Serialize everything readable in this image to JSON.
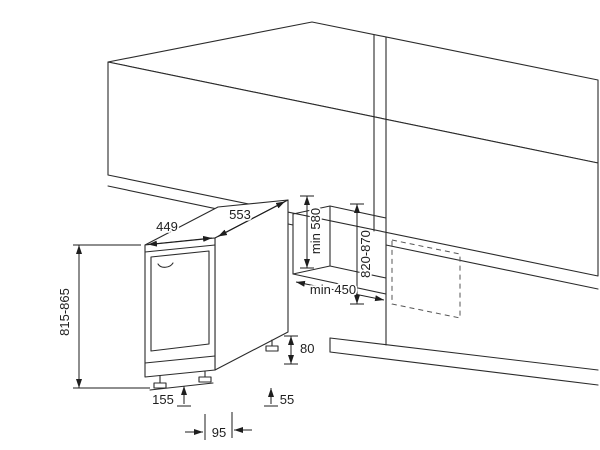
{
  "diagram": {
    "kind": "appliance-installation-drawing",
    "background": "#ffffff",
    "line_color": "#2b2b2b",
    "dashed_color": "#555555",
    "text_color": "#1e1e1e"
  },
  "labels": {
    "appliance_width": "449",
    "appliance_depth": "553",
    "appliance_height": "815-865",
    "niche_depth_min": "min 580",
    "install_height": "820-870",
    "niche_width_min": "min 450",
    "base_height": "80",
    "foot_front_offset": "155",
    "foot_back_offset": "55",
    "plinth_recess": "95"
  }
}
